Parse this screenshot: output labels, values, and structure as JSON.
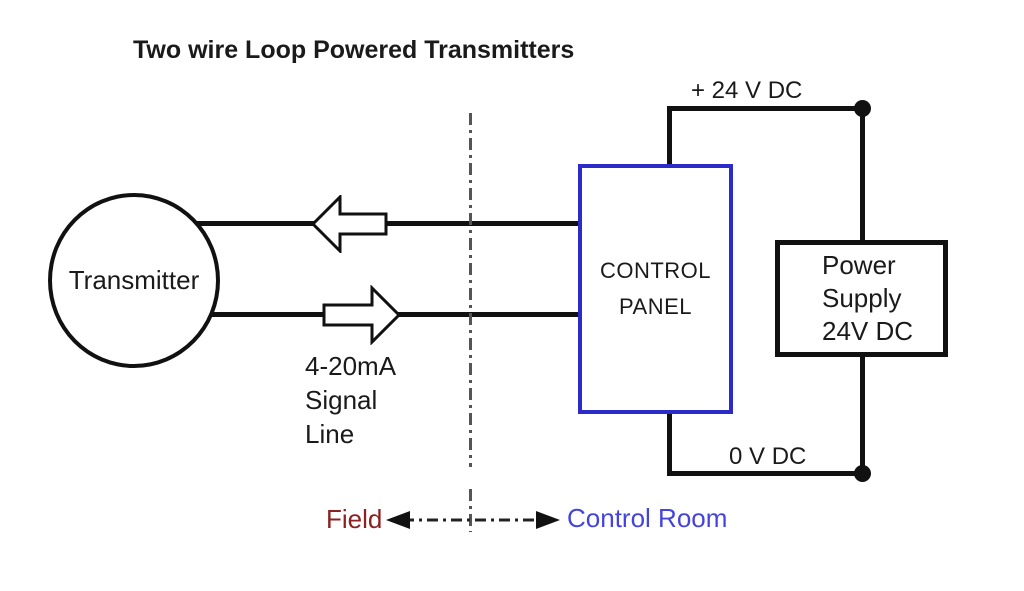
{
  "title": "Two wire Loop Powered Transmitters",
  "transmitter": {
    "label": "Transmitter"
  },
  "signal_line": {
    "label": "4-20mA\nSignal\nLine"
  },
  "control_panel": {
    "label": "CONTROL\nPANEL",
    "border_color": "#2b2bc8"
  },
  "power_supply": {
    "label": "Power\nSupply\n24V DC"
  },
  "rails": {
    "positive": "+ 24 V DC",
    "negative": "0 V DC"
  },
  "zones": {
    "field": "Field",
    "field_color": "#8b2121",
    "control_room": "Control Room",
    "control_room_color": "#4444dd"
  },
  "colors": {
    "wire": "#111111",
    "divider": "#555555"
  }
}
